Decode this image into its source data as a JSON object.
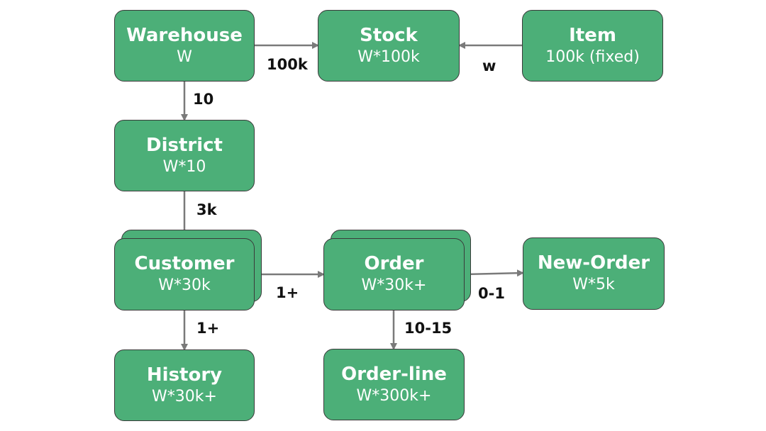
{
  "colors": {
    "node_fill": "#4caf78",
    "node_border": "#3a3a3a",
    "node_text": "#ffffff",
    "arrow": "#7a7a7a",
    "label_text": "#111111"
  },
  "nodes": {
    "warehouse": {
      "name": "Warehouse",
      "cardinality": "W"
    },
    "stock": {
      "name": "Stock",
      "cardinality": "W*100k"
    },
    "item": {
      "name": "Item",
      "cardinality": "100k (fixed)"
    },
    "district": {
      "name": "District",
      "cardinality": "W*10"
    },
    "customer": {
      "name": "Customer",
      "cardinality": "W*30k"
    },
    "order": {
      "name": "Order",
      "cardinality": "W*30k+"
    },
    "new_order": {
      "name": "New-Order",
      "cardinality": "W*5k"
    },
    "history": {
      "name": "History",
      "cardinality": "W*30k+"
    },
    "order_line": {
      "name": "Order-line",
      "cardinality": "W*300k+"
    }
  },
  "edges": {
    "warehouse_stock": "100k",
    "item_stock": "w",
    "warehouse_district": "10",
    "district_customer": "3k",
    "customer_order": "1+",
    "order_new_order": "0-1",
    "customer_history": "1+",
    "order_order_line": "10-15"
  }
}
